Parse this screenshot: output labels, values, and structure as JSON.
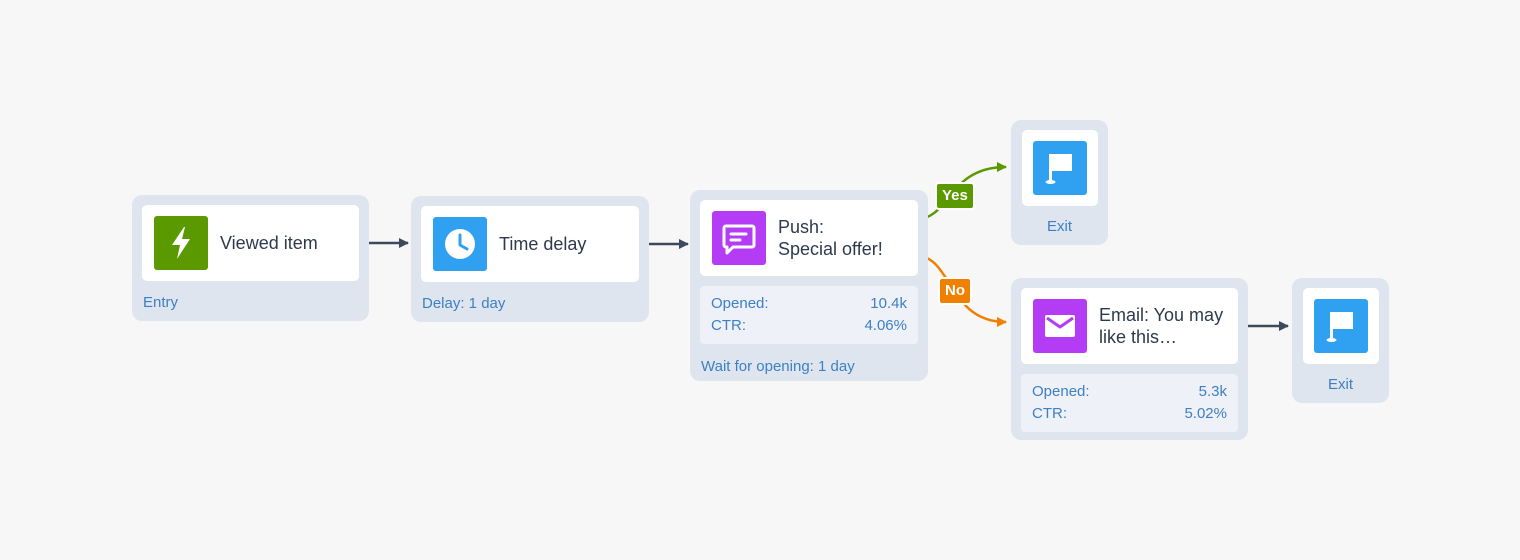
{
  "nodes": {
    "entry": {
      "title": "Viewed item",
      "footer": "Entry",
      "icon": "lightning-icon",
      "color": "#5a9a00"
    },
    "delay": {
      "title": "Time delay",
      "footer": "Delay: 1 day",
      "icon": "clock-icon",
      "color": "#30a0f0"
    },
    "push": {
      "title_line1": "Push:",
      "title_line2": "Special offer!",
      "icon": "chat-message-icon",
      "color": "#b43cf5",
      "stats": [
        {
          "label": "Opened:",
          "value": "10.4k"
        },
        {
          "label": "CTR:",
          "value": "4.06%"
        }
      ],
      "footer": "Wait for opening: 1 day"
    },
    "email": {
      "title_line1": "Email: You may",
      "title_line2": "like this…",
      "icon": "envelope-icon",
      "color": "#b43cf5",
      "stats": [
        {
          "label": "Opened:",
          "value": "5.3k"
        },
        {
          "label": "CTR:",
          "value": "5.02%"
        }
      ]
    },
    "exit_top": {
      "label": "Exit",
      "icon": "flag-icon",
      "color": "#30a0f0"
    },
    "exit_bottom": {
      "label": "Exit",
      "icon": "flag-icon",
      "color": "#30a0f0"
    }
  },
  "branches": {
    "yes": {
      "label": "Yes",
      "color": "#5a9a00"
    },
    "no": {
      "label": "No",
      "color": "#f08000"
    }
  },
  "connector_color": "#3d4a5c"
}
